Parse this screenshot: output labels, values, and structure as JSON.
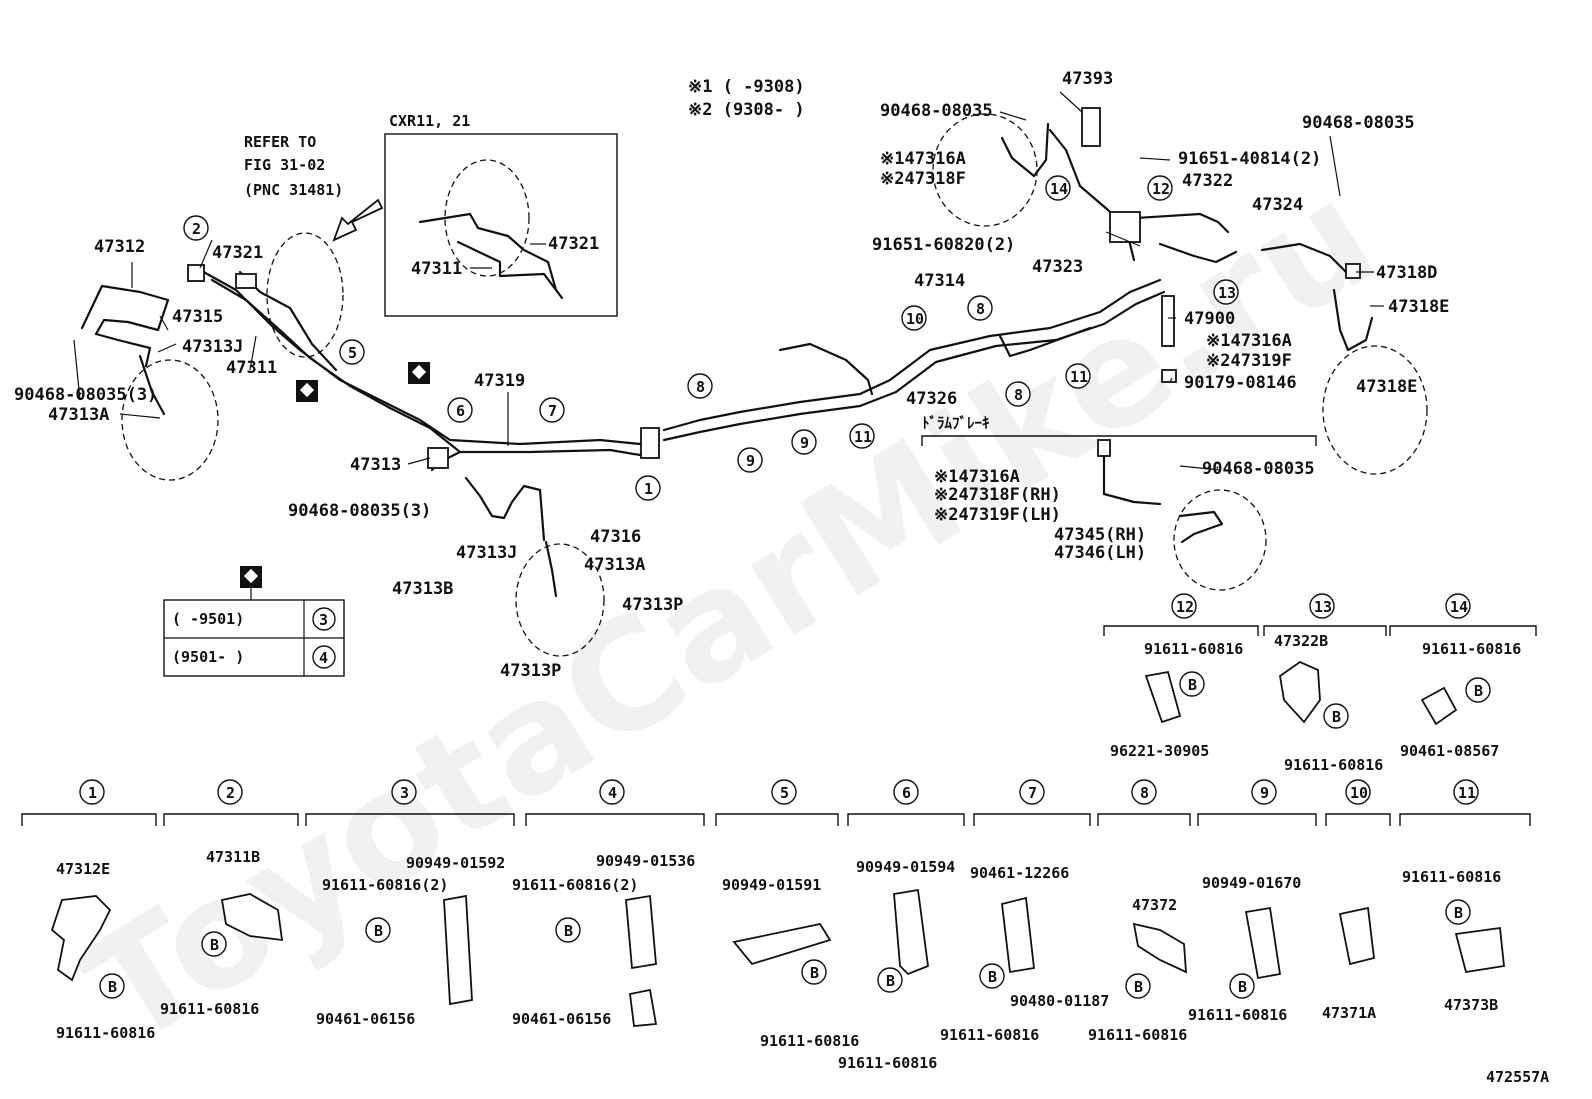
{
  "watermark": "ToyotaCarMike.ru",
  "variants": {
    "v1": "※1 (      -9308)",
    "v2": "※2 (9308-        )"
  },
  "refer": {
    "line1": "REFER TO",
    "line2": "FIG 31-02",
    "line3": "(PNC 31481)"
  },
  "inset": {
    "title": "CXR11, 21",
    "labels": [
      "47321",
      "47311"
    ]
  },
  "drum_note": "ﾄﾞﾗﾑﾌﾞﾚｰｷ",
  "drum_labels": [
    "※147316A",
    "※247318F(RH)",
    "※247319F(LH)",
    "47345(RH)",
    "47346(LH)",
    "90468-08035"
  ],
  "part_labels": {
    "p47312": "47312",
    "p47321": "47321",
    "p47315": "47315",
    "p47313J_a": "47313J",
    "p47311": "47311",
    "p90468_3a": "90468-08035(3)",
    "p47313A_a": "47313A",
    "p47319": "47319",
    "p47313": "47313",
    "p90468_3b": "90468-08035(3)",
    "p47316": "47316",
    "p47313J_b": "47313J",
    "p47313A_b": "47313A",
    "p47313B": "47313B",
    "p47313P_a": "47313P",
    "p47313P_b": "47313P",
    "p47393": "47393",
    "p90468_top": "90468-08035",
    "p147316A_t": "※147316A",
    "p247318F_t": "※247318F",
    "p91651_40814": "91651-40814(2)",
    "p47322": "47322",
    "p91651_60820": "91651-60820(2)",
    "p47323": "47323",
    "p47314": "47314",
    "p47900": "47900",
    "p147316A_m": "※147316A",
    "p247319F_m": "※247319F",
    "p90179": "90179-08146",
    "p47326": "47326",
    "p90468_right": "90468-08035",
    "p47324": "47324",
    "p47318D": "47318D",
    "p47318E_a": "47318E",
    "p47318E_b": "47318E"
  },
  "callout_circles": [
    "1",
    "2",
    "5",
    "6",
    "7",
    "8",
    "9",
    "10",
    "11",
    "12",
    "13",
    "14"
  ],
  "date_table": {
    "rows": [
      {
        "range": "(      -9501)",
        "ref": "3"
      },
      {
        "range": "(9501-        )",
        "ref": "4"
      }
    ]
  },
  "details_top": [
    {
      "ref": "12",
      "parts": [
        "91611-60816",
        "96221-30905"
      ],
      "bolt": "B"
    },
    {
      "ref": "13",
      "parts": [
        "47322B",
        "91611-60816"
      ],
      "bolt": "B"
    },
    {
      "ref": "14",
      "parts": [
        "91611-60816",
        "90461-08567"
      ],
      "bolt": "B"
    }
  ],
  "details_bottom": [
    {
      "ref": "1",
      "parts": [
        "47312E",
        "91611-60816"
      ],
      "bolt": "B"
    },
    {
      "ref": "2",
      "parts": [
        "47311B",
        "91611-60816"
      ],
      "bolt": "B"
    },
    {
      "ref": "3",
      "parts": [
        "90949-01592",
        "91611-60816(2)",
        "90461-06156"
      ],
      "bolt": "B"
    },
    {
      "ref": "4",
      "parts": [
        "90949-01536",
        "91611-60816(2)",
        "90461-06156"
      ],
      "bolt": "B"
    },
    {
      "ref": "5",
      "parts": [
        "90949-01591",
        "91611-60816"
      ],
      "bolt": "B"
    },
    {
      "ref": "6",
      "parts": [
        "90949-01594",
        "91611-60816"
      ],
      "bolt": "B"
    },
    {
      "ref": "7",
      "parts": [
        "90461-12266",
        "90480-01187",
        "91611-60816"
      ],
      "bolt": "B"
    },
    {
      "ref": "8",
      "parts": [
        "47372",
        "91611-60816"
      ],
      "bolt": "B"
    },
    {
      "ref": "9",
      "parts": [
        "90949-01670",
        "91611-60816"
      ],
      "bolt": "B"
    },
    {
      "ref": "10",
      "parts": [
        "47371A"
      ],
      "bolt": ""
    },
    {
      "ref": "11",
      "parts": [
        "91611-60816",
        "47373B"
      ],
      "bolt": "B"
    }
  ],
  "diagram_id": "472557A"
}
